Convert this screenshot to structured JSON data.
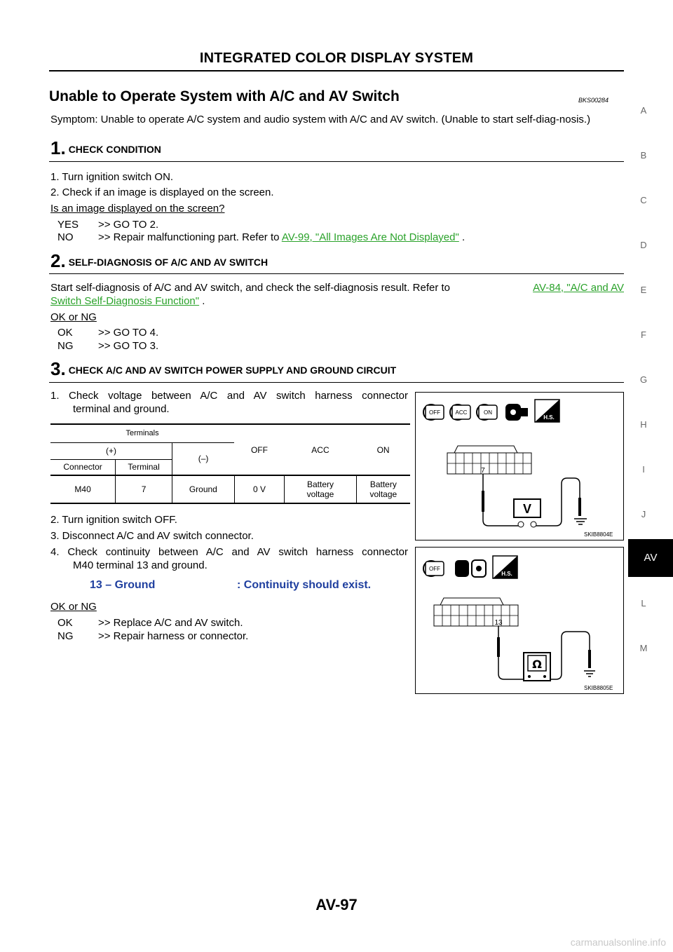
{
  "header": {
    "title": "INTEGRATED COLOR DISPLAY SYSTEM"
  },
  "section": {
    "title": "Unable to Operate System with A/C and AV Switch",
    "code": "BKS00284"
  },
  "symptom": "Symptom: Unable to operate A/C system and audio system with A/C and AV switch. (Unable to start self-diag-nosis.)",
  "step1": {
    "num": "1.",
    "title": "CHECK CONDITION",
    "items": [
      "1. Turn ignition switch ON.",
      "2. Check if an image is displayed on the screen."
    ],
    "question": "Is an image displayed on the screen?",
    "yes_key": "YES",
    "yes_text": ">> GO TO 2.",
    "no_key": "NO",
    "no_text_pre": ">> Repair malfunctioning part. Refer to ",
    "no_link": "AV-99, \"All Images Are Not Displayed\"",
    "no_text_post": " ."
  },
  "step2": {
    "num": "2.",
    "title": "SELF-DIAGNOSIS OF A/C AND AV SWITCH",
    "text_pre": "Start self-diagnosis of A/C and AV switch, and check the self-diagnosis result. Refer to ",
    "link1": "AV-84, \"A/C and AV",
    "link2": "Switch Self-Diagnosis Function\"",
    "text_post": " .",
    "question": "OK or NG",
    "ok_key": "OK",
    "ok_text": ">> GO TO 4.",
    "ng_key": "NG",
    "ng_text": ">> GO TO 3."
  },
  "step3": {
    "num": "3.",
    "title": "CHECK A/C AND AV SWITCH POWER SUPPLY AND GROUND CIRCUIT",
    "item1a": "1.  Check voltage between A/C and AV switch harness connector",
    "item1b": "terminal and ground.",
    "table": {
      "terminals": "Terminals",
      "plus": "(+)",
      "minus": "(–)",
      "connector": "Connector",
      "terminal": "Terminal",
      "off": "OFF",
      "acc": "ACC",
      "on": "ON",
      "row": {
        "connector": "M40",
        "terminal": "7",
        "ground": "Ground",
        "off": "0 V",
        "acc": "Battery voltage",
        "on": "Battery voltage"
      }
    },
    "item2": "2.  Turn ignition switch OFF.",
    "item3": "3.  Disconnect A/C and AV switch connector.",
    "item4a": "4.  Check continuity between A/C and AV switch harness connector",
    "item4b": "M40 terminal 13 and ground.",
    "spec_left": "13 – Ground",
    "spec_right": ": Continuity should exist.",
    "question": "OK or NG",
    "ok_key": "OK",
    "ok_text": ">> Replace A/C and AV switch.",
    "ng_key": "NG",
    "ng_text": ">> Repair harness or connector."
  },
  "figure1": {
    "code": "SKIB8804E",
    "pin": "7",
    "key_off": "OFF",
    "key_acc": "ACC",
    "key_on": "ON",
    "hs": "H.S.",
    "meter": "V"
  },
  "figure2": {
    "code": "SKIB8805E",
    "pin": "13",
    "key_off": "OFF",
    "hs": "H.S.",
    "meter": "Ω"
  },
  "side_index": [
    "A",
    "B",
    "C",
    "D",
    "E",
    "F",
    "G",
    "H",
    "I",
    "J",
    "AV",
    "L",
    "M"
  ],
  "page_number": "AV-97",
  "watermark": "carmanualsonline.info",
  "colors": {
    "link": "#2aa22a",
    "spec": "#1f3f9f"
  }
}
